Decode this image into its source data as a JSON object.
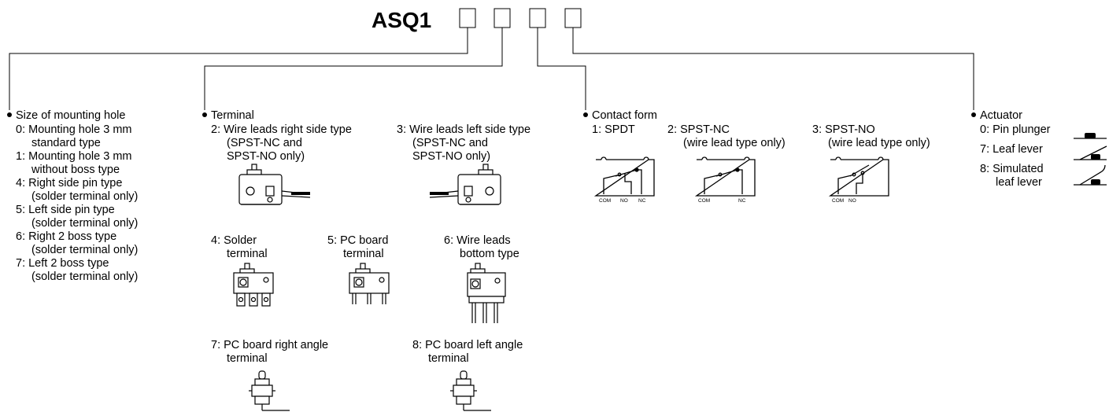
{
  "model_code": "ASQ1",
  "size": {
    "header": "Size of mounting hole",
    "options": [
      "0: Mounting hole 3 mm",
      "standard type",
      "1: Mounting hole 3 mm",
      "without boss type",
      "4: Right side pin type",
      "(solder terminal only)",
      "5: Left side pin type",
      "(solder terminal only)",
      "6: Right 2 boss type",
      "(solder terminal only)",
      "7: Left 2 boss type",
      "(solder terminal only)"
    ]
  },
  "terminal": {
    "header": "Terminal",
    "opt2": [
      "2: Wire leads right side type",
      "(SPST-NC and",
      "SPST-NO only)"
    ],
    "opt3": [
      "3: Wire leads left side type",
      "(SPST-NC and",
      "SPST-NO only)"
    ],
    "opt4": [
      "4: Solder",
      "terminal"
    ],
    "opt5": [
      "5: PC board",
      "terminal"
    ],
    "opt6": [
      "6: Wire leads",
      "bottom type"
    ],
    "opt7": [
      "7: PC board right angle",
      "terminal"
    ],
    "opt8": [
      "8: PC board left angle",
      "terminal"
    ]
  },
  "contact": {
    "header": "Contact form",
    "opt1": [
      "1: SPDT"
    ],
    "opt2": [
      "2: SPST-NC",
      "(wire lead type only)"
    ],
    "opt3": [
      "3: SPST-NO",
      "(wire lead type only)"
    ],
    "labels": {
      "com": "COM",
      "no": "NO",
      "nc": "NC"
    }
  },
  "actuator": {
    "header": "Actuator",
    "options": [
      "0: Pin plunger",
      "7: Leaf lever",
      "8: Simulated",
      "leaf lever"
    ]
  }
}
